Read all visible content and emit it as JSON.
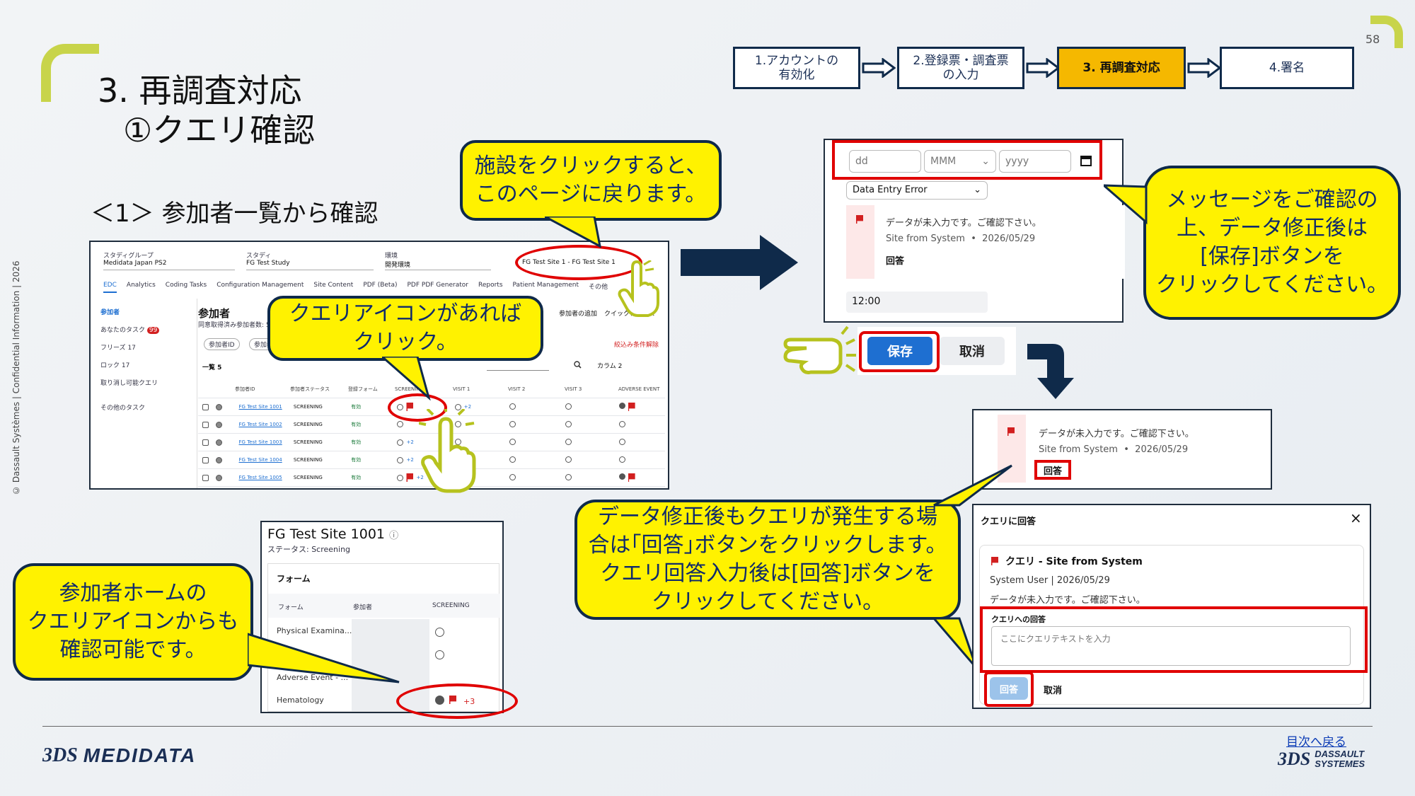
{
  "page": {
    "number": "58",
    "title_line1": "3. 再調査対応",
    "title_line2": "①クエリ確認",
    "subtitle": "＜1＞ 参加者一覧から確認",
    "confidential": "© Dassault Systèmes | Confidential Information | 2026",
    "back_link": "目次へ戻る"
  },
  "steps": [
    {
      "label": "1.アカウントの\n有効化"
    },
    {
      "label": "2.登録票・調査票\nの入力"
    },
    {
      "label": "3. 再調査対応"
    },
    {
      "label": "4.署名"
    }
  ],
  "callouts": {
    "facility": "施設をクリックすると、\nこのページに戻ります。",
    "query_icon": "クエリアイコンがあれば\nクリック。",
    "message": "メッセージをご確認の\n上、データ修正後は\n[保存]ボタンを\nクリックしてください。",
    "answer": "データ修正後もクエリが発生する場\n合は｢回答｣ボタンをクリックします。\nクエリ回答入力後は[回答]ボタンを\nクリックしてください。",
    "home": "参加者ホームの\nクエリアイコンからも\n確認可能です。"
  },
  "list_screen": {
    "study_group_label": "スタディグループ",
    "study_group_value": "Medidata Japan PS2",
    "study_label": "スタディ",
    "study_value": "FG Test Study",
    "env_label": "環境",
    "env_value": "開発環境",
    "site_value": "FG Test Site 1 - FG Test Site 1",
    "nav": [
      "EDC",
      "Analytics",
      "Coding Tasks",
      "Configuration Management",
      "Site Content",
      "PDF (Beta)",
      "PDF PDF Generator",
      "Reports",
      "Patient Management",
      "その他"
    ],
    "sidebar": [
      {
        "label": "参加者",
        "badge": ""
      },
      {
        "label": "あなたのタスク",
        "badge": "99"
      },
      {
        "label": "フリーズ",
        "badge": "17"
      },
      {
        "label": "ロック",
        "badge": "17"
      },
      {
        "label": "取り消し可能クエリ",
        "badge": ""
      },
      {
        "label": "その他のタスク",
        "badge": ""
      }
    ],
    "heading": "参加者",
    "heading_sub": "同意取得済み参加者数: 5",
    "add_button": "参加者の追加",
    "quick_access": "クイックアクセス",
    "filter1": "参加者ID",
    "filter2": "参加者ステ",
    "filter_link": "絞込み条件解除",
    "list_label": "一覧",
    "list_count": "5",
    "columns_button": "カラム 2",
    "col_headers": [
      "参加者ID",
      "参加者ステータス",
      "登録フォーム",
      "SCREENING",
      "VISIT 1",
      "VISIT 2",
      "VISIT 3",
      "ADVERSE EVENT"
    ],
    "rows": [
      {
        "id": "FG Test Site 1001",
        "status": "SCREENING",
        "form": "有効",
        "extra": "+2"
      },
      {
        "id": "FG Test Site 1002",
        "status": "SCREENING",
        "form": "有効",
        "extra": ""
      },
      {
        "id": "FG Test Site 1003",
        "status": "SCREENING",
        "form": "有効",
        "extra": "+2"
      },
      {
        "id": "FG Test Site 1004",
        "status": "SCREENING",
        "form": "有効",
        "extra": "+2"
      },
      {
        "id": "FG Test Site 1005",
        "status": "SCREENING",
        "form": "有効",
        "extra": "+2"
      }
    ]
  },
  "form_screen": {
    "dd_placeholder": "dd",
    "mmm_placeholder": "MMM",
    "yyyy_placeholder": "yyyy",
    "dropdown": "Data Entry Error",
    "query_text": "データが未入力です。ご確認下さい。",
    "query_from": "Site from System",
    "query_date": "2026/05/29",
    "answer_label": "回答",
    "time_value": "12:00",
    "save_button": "保存",
    "cancel_button": "取消"
  },
  "query_card": {
    "text": "データが未入力です。ご確認下さい。",
    "from": "Site from System",
    "date": "2026/05/29",
    "answer_button": "回答"
  },
  "reply_dialog": {
    "title": "クエリに回答",
    "close": "×",
    "query_title": "クエリ - Site from System",
    "user": "System User",
    "date": "2026/05/29",
    "text": "データが未入力です。ご確認下さい。",
    "input_label": "クエリへの回答",
    "input_placeholder": "ここにクエリテキストを入力",
    "answer_button": "回答",
    "cancel_button": "取消"
  },
  "home_screen": {
    "title": "FG Test Site 1001",
    "status": "ステータス: Screening",
    "section": "フォーム",
    "col_form": "フォーム",
    "col_participant": "参加者",
    "col_screening": "SCREENING",
    "rows": [
      "Physical Examina...",
      "",
      "Adverse Event - ...",
      "Hematology"
    ],
    "extra": "+3"
  },
  "logos": {
    "medidata": "MEDIDATA",
    "dassault_line1": "DASSAULT",
    "dassault_line2": "SYSTEMES"
  },
  "colors": {
    "callout": "#fff200",
    "navy": "#0f2a4a",
    "highlight": "#e00000",
    "active_step": "#f5b800",
    "accent_green": "#c8d44a"
  }
}
